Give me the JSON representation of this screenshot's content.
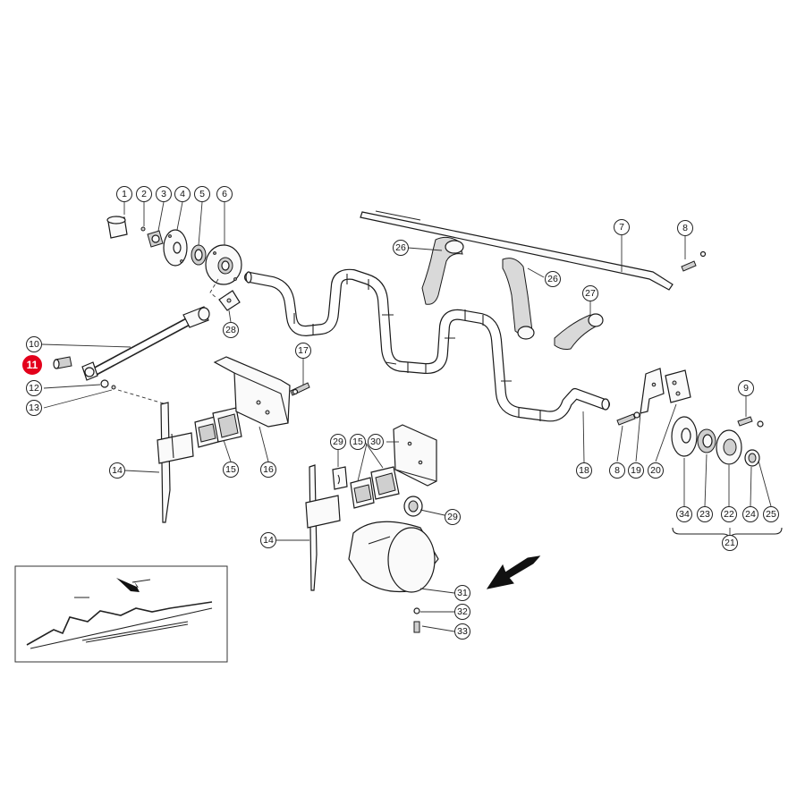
{
  "diagram": {
    "callouts": [
      {
        "id": "c1",
        "label": "1"
      },
      {
        "id": "c2",
        "label": "2"
      },
      {
        "id": "c3",
        "label": "3"
      },
      {
        "id": "c4",
        "label": "4"
      },
      {
        "id": "c5",
        "label": "5"
      },
      {
        "id": "c6",
        "label": "6"
      },
      {
        "id": "c7",
        "label": "7"
      },
      {
        "id": "c8a",
        "label": "8"
      },
      {
        "id": "c8b",
        "label": "8"
      },
      {
        "id": "c9",
        "label": "9"
      },
      {
        "id": "c10",
        "label": "10"
      },
      {
        "id": "c11",
        "label": "11",
        "highlight": true
      },
      {
        "id": "c12",
        "label": "12"
      },
      {
        "id": "c13",
        "label": "13"
      },
      {
        "id": "c14a",
        "label": "14"
      },
      {
        "id": "c14b",
        "label": "14"
      },
      {
        "id": "c15a",
        "label": "15"
      },
      {
        "id": "c15b",
        "label": "15"
      },
      {
        "id": "c16",
        "label": "16"
      },
      {
        "id": "c17",
        "label": "17"
      },
      {
        "id": "c18",
        "label": "18"
      },
      {
        "id": "c19",
        "label": "19"
      },
      {
        "id": "c20",
        "label": "20"
      },
      {
        "id": "c21",
        "label": "21"
      },
      {
        "id": "c22",
        "label": "22"
      },
      {
        "id": "c23",
        "label": "23"
      },
      {
        "id": "c24",
        "label": "24"
      },
      {
        "id": "c25",
        "label": "25"
      },
      {
        "id": "c26a",
        "label": "26"
      },
      {
        "id": "c26b",
        "label": "26"
      },
      {
        "id": "c27",
        "label": "27"
      },
      {
        "id": "c28",
        "label": "28"
      },
      {
        "id": "c29a",
        "label": "29"
      },
      {
        "id": "c29b",
        "label": "29"
      },
      {
        "id": "c30",
        "label": "30"
      },
      {
        "id": "c31",
        "label": "31"
      },
      {
        "id": "c32",
        "label": "32"
      },
      {
        "id": "c33",
        "label": "33"
      },
      {
        "id": "c34",
        "label": "34"
      }
    ],
    "highlight_color": "#e3001b"
  }
}
